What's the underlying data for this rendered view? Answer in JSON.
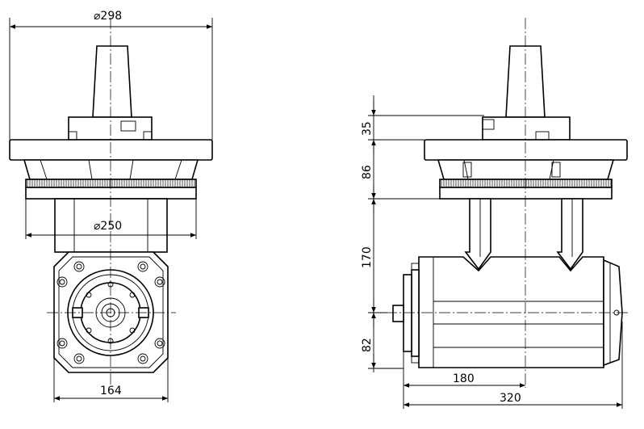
{
  "front_view": {
    "dia_top": "⌀298",
    "dia_mid": "⌀250",
    "width_bottom": "164"
  },
  "side_view": {
    "dim_35": "35",
    "dim_86": "86",
    "dim_170": "170",
    "dim_82": "82",
    "dim_180": "180",
    "dim_320": "320"
  }
}
